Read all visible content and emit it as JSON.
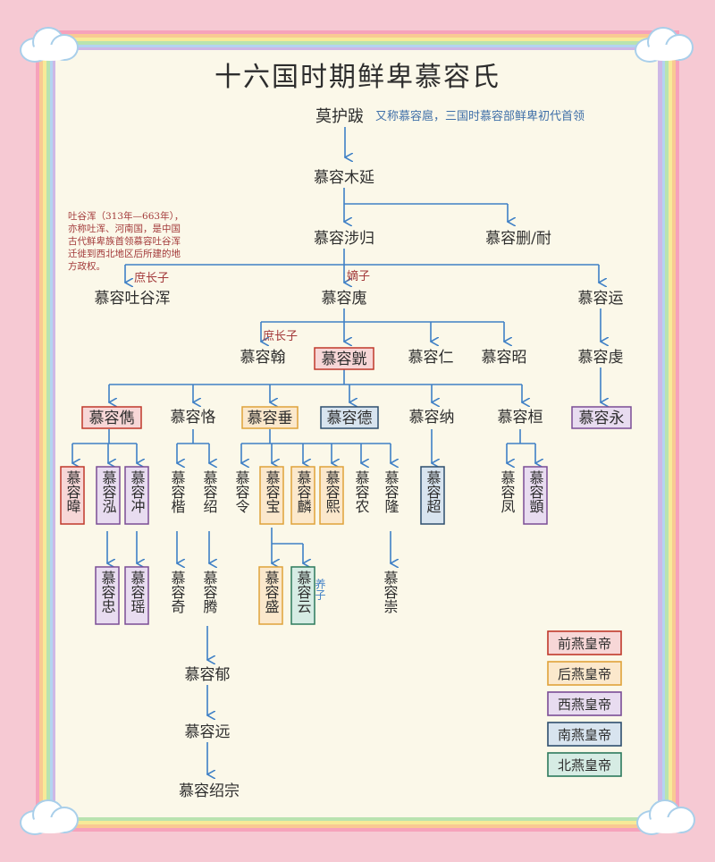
{
  "title": "十六国时期鲜卑慕容氏",
  "colors": {
    "line": "#3f80c6",
    "former_yan": "#c0392b",
    "later_yan": "#e0a23a",
    "western_yan": "#7a4d96",
    "southern_yan": "#2e4e6e",
    "northern_yan": "#2c7a5c",
    "former_yan_fill": "#f7d7d7",
    "later_yan_fill": "#fbe8cc",
    "western_yan_fill": "#e8dcf0",
    "southern_yan_fill": "#d8e4ef",
    "northern_yan_fill": "#d6ece4"
  },
  "nodes": {
    "mohuba": "莫护跋",
    "mohuba_note": "又称慕容扈，三国时慕容部鲜卑初代首领",
    "muyan": "慕容木延",
    "shegui": "慕容涉归",
    "shan": "慕容删/耐",
    "tuyuhun": "慕容吐谷浑",
    "tuyuhun_tag": "庶长子",
    "hui": "慕容廆",
    "hui_tag": "嫡子",
    "yun_top": "慕容运",
    "han": "慕容翰",
    "han_tag": "庶长子",
    "huang": "慕容皝",
    "ren": "慕容仁",
    "zhao": "慕容昭",
    "qian": "慕容虔",
    "jun": "慕容儁",
    "ke": "慕容恪",
    "chui": "慕容垂",
    "de": "慕容德",
    "na": "慕容纳",
    "huan": "慕容桓",
    "yong": "慕容永",
    "wei": "慕容暐",
    "hong": "慕容泓",
    "chong": "慕容冲",
    "kai": "慕容楷",
    "shao": "慕容绍",
    "ling": "慕容令",
    "bao": "慕容宝",
    "lin": "慕容麟",
    "xi": "慕容熙",
    "nong": "慕容农",
    "long": "慕容隆",
    "chao": "慕容超",
    "feng": "慕容凤",
    "yi": "慕容顗",
    "zhong": "慕容忠",
    "yao": "慕容瑶",
    "qi": "慕容奇",
    "teng": "慕容腾",
    "sheng": "慕容盛",
    "yunb": "慕容云",
    "yun_tag": "养子",
    "chong2": "慕容崇",
    "yu": "慕容郁",
    "yuan": "慕容远",
    "shaozong": "慕容绍宗"
  },
  "tuyuhun_note": [
    "吐谷浑（313年—663年），",
    "亦称吐浑、河南国，是中国",
    "古代鲜卑族首领慕容吐谷浑",
    "迁徙到西北地区后所建的地",
    "方政权。"
  ],
  "legend": [
    {
      "label": "前燕皇帝",
      "color_key": "former_yan"
    },
    {
      "label": "后燕皇帝",
      "color_key": "later_yan"
    },
    {
      "label": "西燕皇帝",
      "color_key": "western_yan"
    },
    {
      "label": "南燕皇帝",
      "color_key": "southern_yan"
    },
    {
      "label": "北燕皇帝",
      "color_key": "northern_yan"
    }
  ]
}
